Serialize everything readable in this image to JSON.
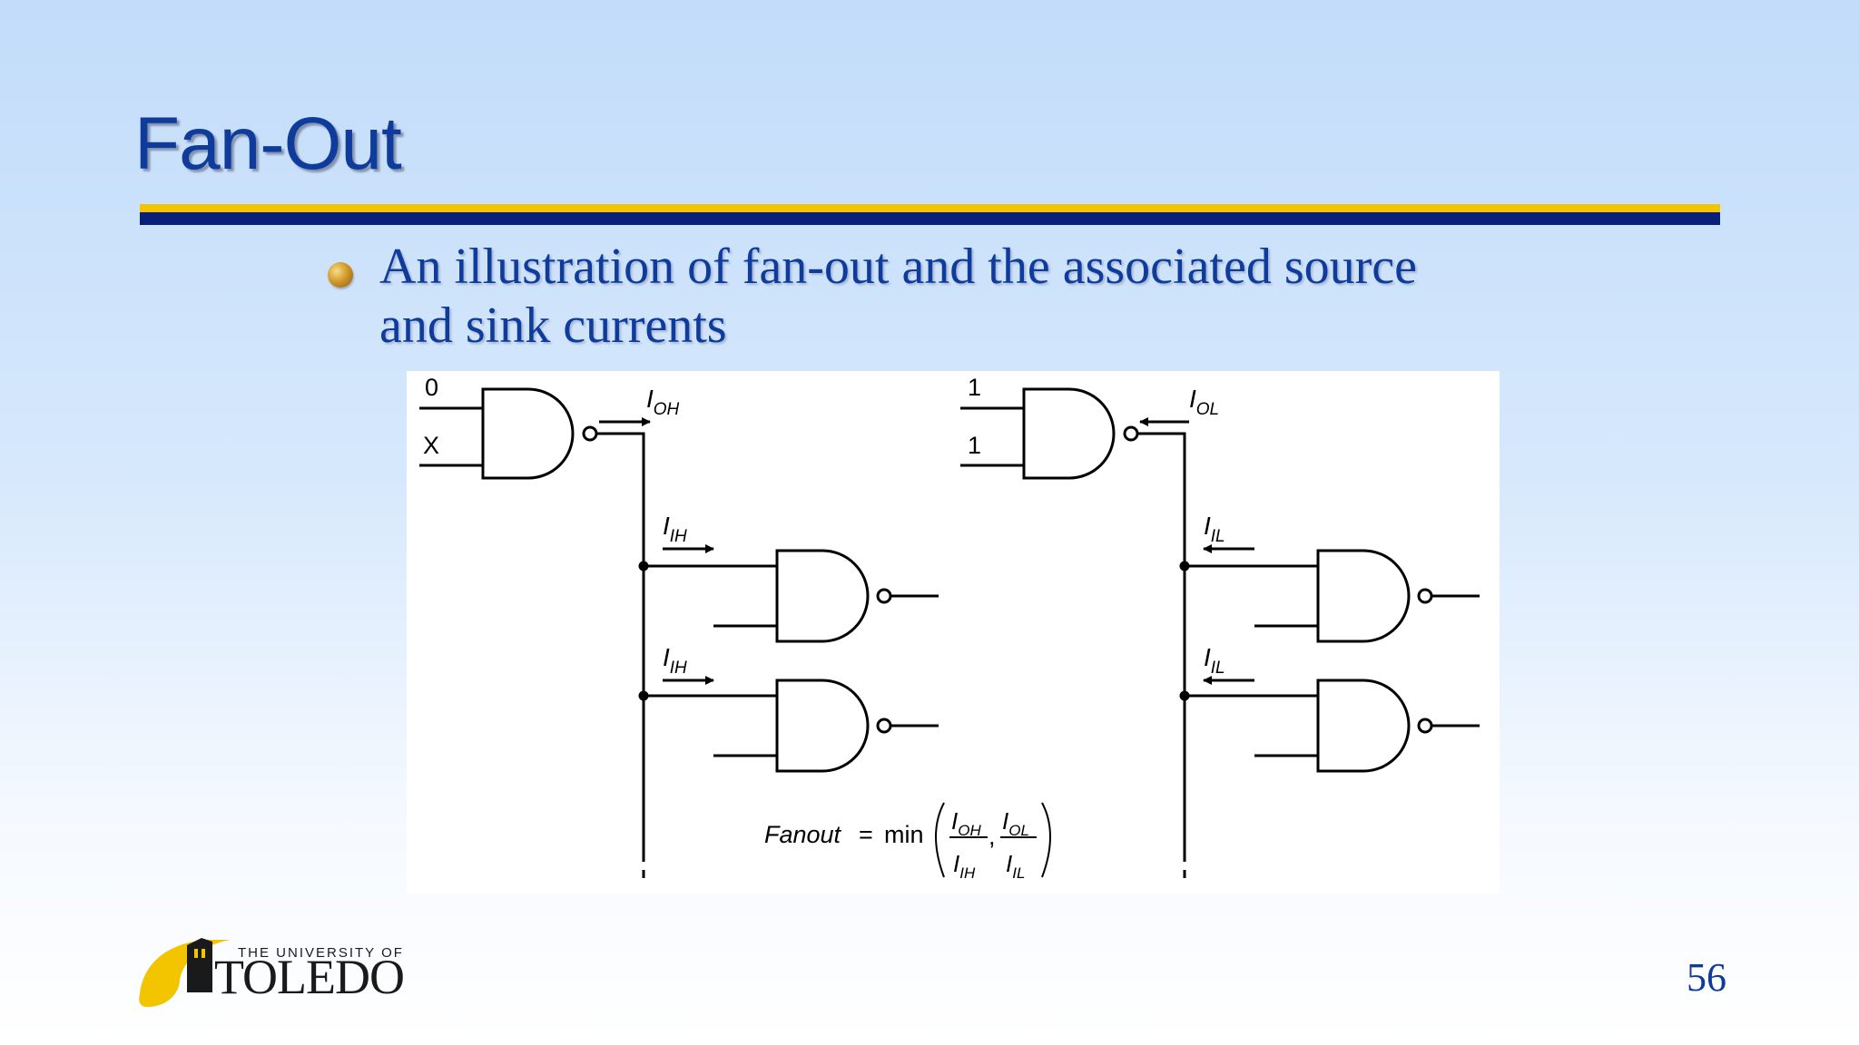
{
  "slide": {
    "title": "Fan-Out",
    "bullet_line1": "An illustration of fan-out and the associated source",
    "bullet_line2": "and sink currents",
    "page_number": "56",
    "bullet_icon": "bullet-orb-icon"
  },
  "figure": {
    "left_inputs": [
      "0",
      "X"
    ],
    "right_inputs": [
      "1",
      "1"
    ],
    "current_labels": {
      "i": "I",
      "oh": "OH",
      "ol": "OL",
      "ih": "IH",
      "il": "IL"
    },
    "formula": {
      "lhs": "Fanout",
      "eq": "=",
      "fn": "min",
      "comma": ","
    }
  },
  "logo": {
    "small_text": "THE UNIVERSITY OF",
    "big_text": "TOLEDO",
    "colors": {
      "gold": "#f2c500",
      "dark": "#1a1a1a"
    }
  },
  "colors": {
    "title": "#0f3c9c",
    "rule_gold": "#f2c500",
    "rule_navy": "#0a1f7a"
  }
}
